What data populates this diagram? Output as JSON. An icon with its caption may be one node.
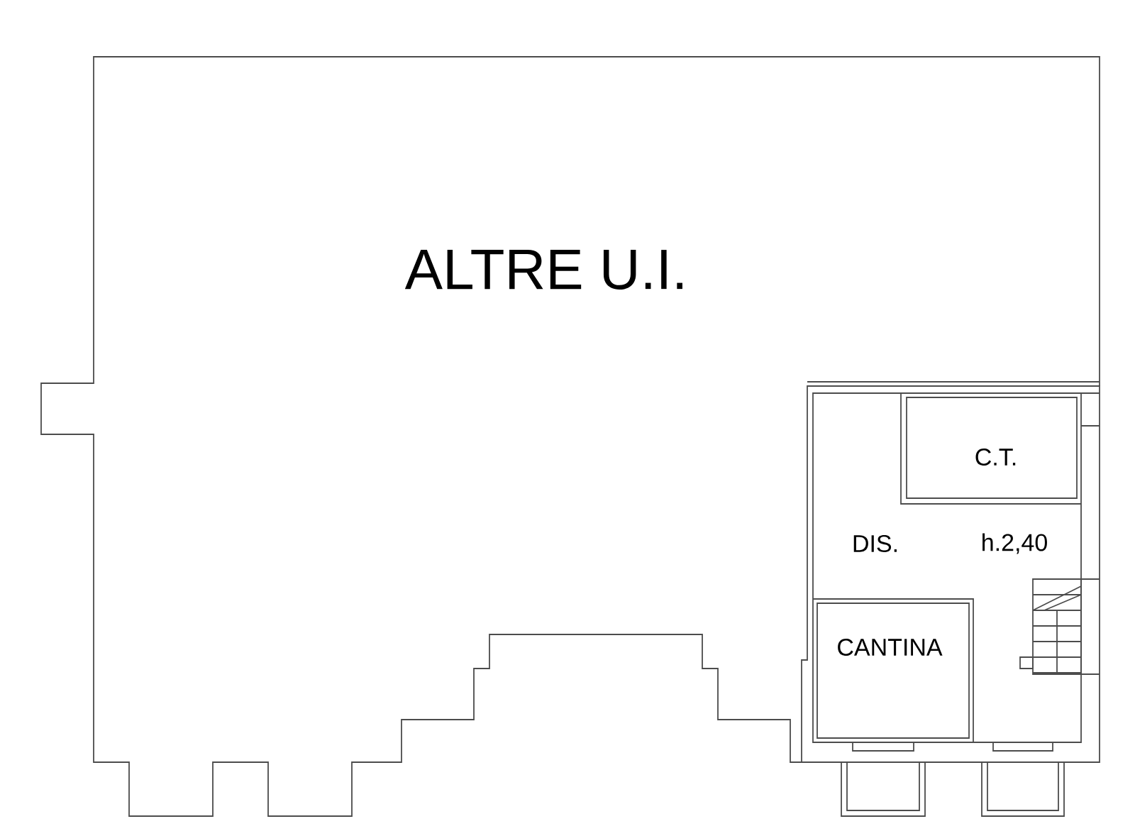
{
  "diagram": {
    "labels": [
      "ALTRE U.I.",
      "C.T.",
      "DIS.",
      "h.2,40",
      "CANTINA"
    ]
  }
}
